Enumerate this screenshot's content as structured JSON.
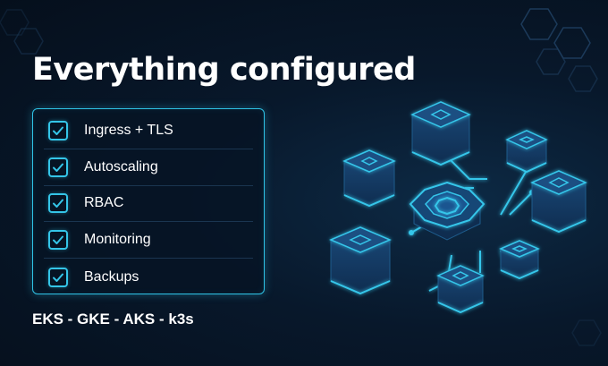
{
  "title": "Everything configured",
  "checklist": [
    {
      "label": "Ingress + TLS",
      "checked": true
    },
    {
      "label": "Autoscaling",
      "checked": true
    },
    {
      "label": "RBAC",
      "checked": true
    },
    {
      "label": "Monitoring",
      "checked": true
    },
    {
      "label": "Backups",
      "checked": true
    }
  ],
  "platforms": "EKS - GKE - AKS - k3s",
  "colors": {
    "background": "#08182b",
    "accent": "#2fc3e6",
    "text": "#ffffff",
    "node": "#153a62"
  },
  "icons": [
    "check-icon",
    "kubernetes-cluster-hub-icon",
    "server-cube-icon"
  ]
}
